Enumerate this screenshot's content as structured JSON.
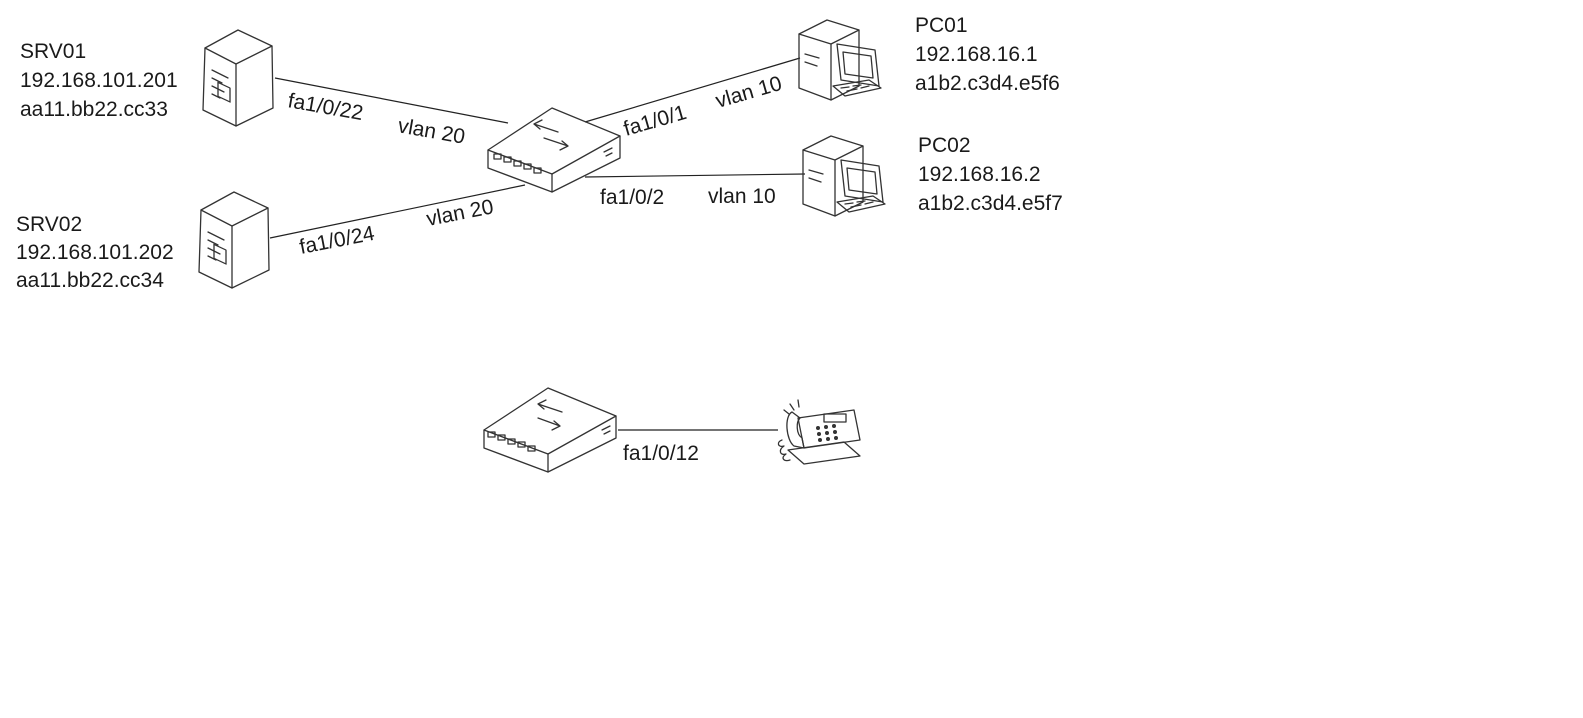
{
  "devices": {
    "srv01": {
      "name": "SRV01",
      "ip": "192.168.101.201",
      "mac": "aa11.bb22.cc33"
    },
    "srv02": {
      "name": "SRV02",
      "ip": "192.168.101.202",
      "mac": "aa11.bb22.cc34"
    },
    "pc01": {
      "name": "PC01",
      "ip": "192.168.16.1",
      "mac": "a1b2.c3d4.e5f6"
    },
    "pc02": {
      "name": "PC02",
      "ip": "192.168.16.2",
      "mac": "a1b2.c3d4.e5f7"
    }
  },
  "links": {
    "srv01": {
      "port": "fa1/0/22",
      "vlan": "vlan 20"
    },
    "srv02": {
      "port": "fa1/0/24",
      "vlan": "vlan 20"
    },
    "pc01": {
      "port": "fa1/0/1",
      "vlan": "vlan 10"
    },
    "pc02": {
      "port": "fa1/0/2",
      "vlan": "vlan 10"
    },
    "phone": {
      "port": "fa1/0/12"
    }
  },
  "icons": {
    "server": "server-icon",
    "switch": "switch-icon",
    "pc": "desktop-pc-icon",
    "phone": "ip-phone-icon"
  },
  "colors": {
    "switch_fill": "#bcd6ee",
    "server_fill": "#e6e0d6",
    "line": "#222222"
  }
}
